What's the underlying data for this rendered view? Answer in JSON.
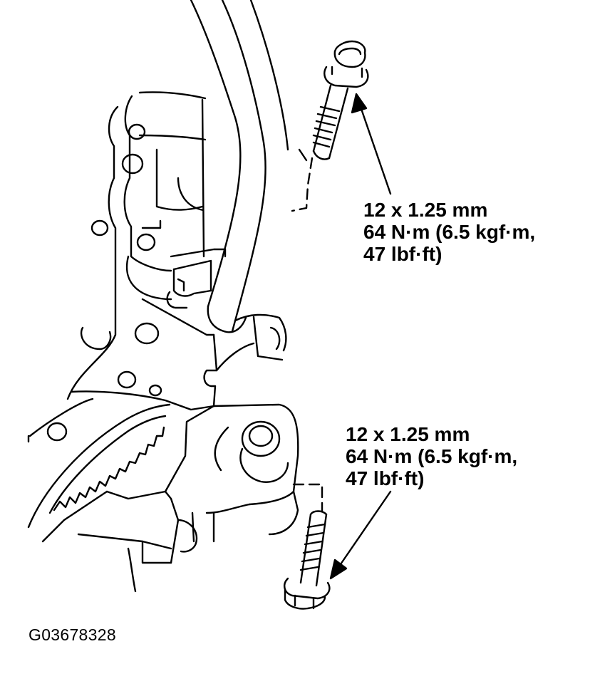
{
  "callouts": [
    {
      "id": "upper-bolt",
      "size": "12 x 1.25 mm",
      "torque_metric": "64 N·m (6.5 kgf·m,",
      "torque_imperial": "47 lbf·ft)"
    },
    {
      "id": "lower-bolt",
      "size": "12 x 1.25 mm",
      "torque_metric": "64 N·m (6.5 kgf·m,",
      "torque_imperial": "47 lbf·ft)"
    }
  ],
  "figure_id": "G03678328",
  "colors": {
    "ink": "#000000",
    "paper": "#ffffff"
  }
}
